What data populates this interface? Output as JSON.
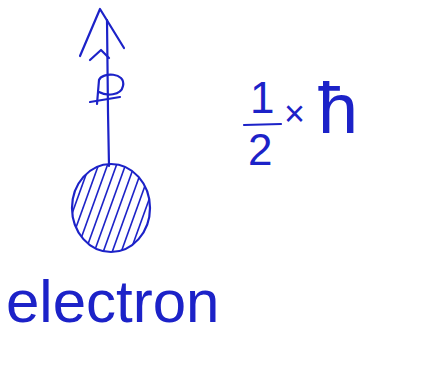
{
  "diagram": {
    "nodes": [
      {
        "text": [
          "electron"
        ]
      }
    ],
    "labels": [
      "1",
      "2",
      "×",
      "ħ"
    ]
  }
}
